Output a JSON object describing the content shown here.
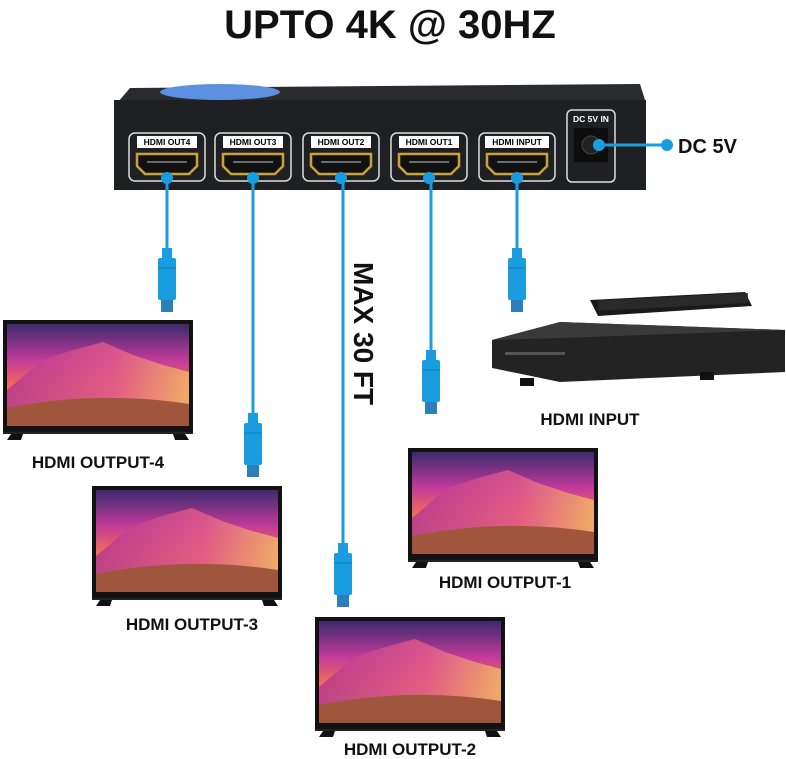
{
  "title": "UPTO 4K @ 30HZ",
  "cable_note": "MAX 30 FT",
  "device": {
    "ports": [
      "HDMI OUT4",
      "HDMI OUT3",
      "HDMI OUT2",
      "HDMI OUT1",
      "HDMI INPUT"
    ],
    "power_port": "DC 5V IN",
    "power_label": "DC 5V"
  },
  "labels": {
    "output4": "HDMI OUTPUT-4",
    "output3": "HDMI OUTPUT-3",
    "output2": "HDMI OUTPUT-2",
    "output1": "HDMI OUTPUT-1",
    "input": "HDMI INPUT"
  },
  "colors": {
    "cable": "#1a9de0",
    "device": "#1f2023",
    "port_gold": "#c9a33a"
  }
}
